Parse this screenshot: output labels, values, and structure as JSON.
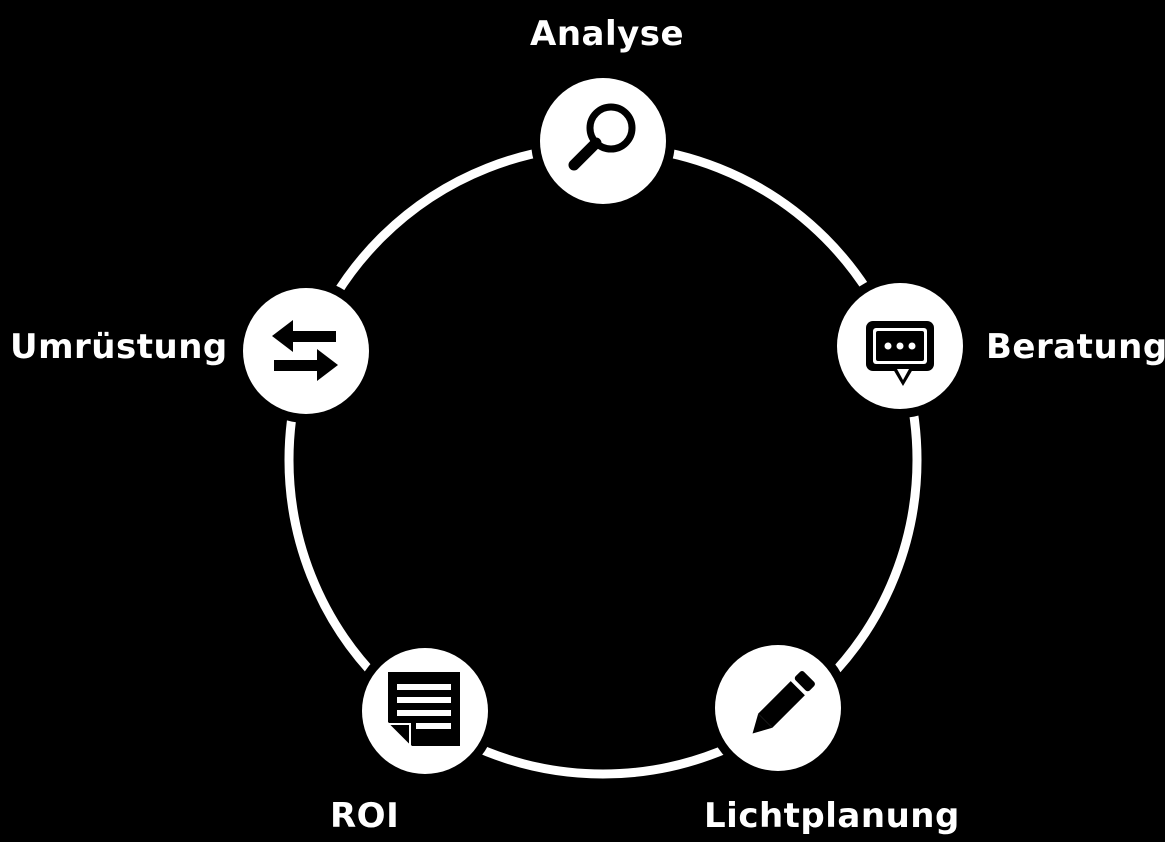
{
  "diagram": {
    "type": "cycle",
    "colors": {
      "background": "#000000",
      "ring": "#ffffff",
      "node_fill": "#ffffff",
      "icon": "#000000",
      "text": "#ffffff"
    },
    "steps": [
      {
        "label": "Analyse",
        "icon": "magnifier-icon"
      },
      {
        "label": "Beratung",
        "icon": "speech-bubble-icon"
      },
      {
        "label": "Lichtplanung",
        "icon": "pencil-icon"
      },
      {
        "label": "ROI",
        "icon": "document-icon"
      },
      {
        "label": "Umrüstung",
        "icon": "exchange-arrows-icon"
      }
    ]
  }
}
